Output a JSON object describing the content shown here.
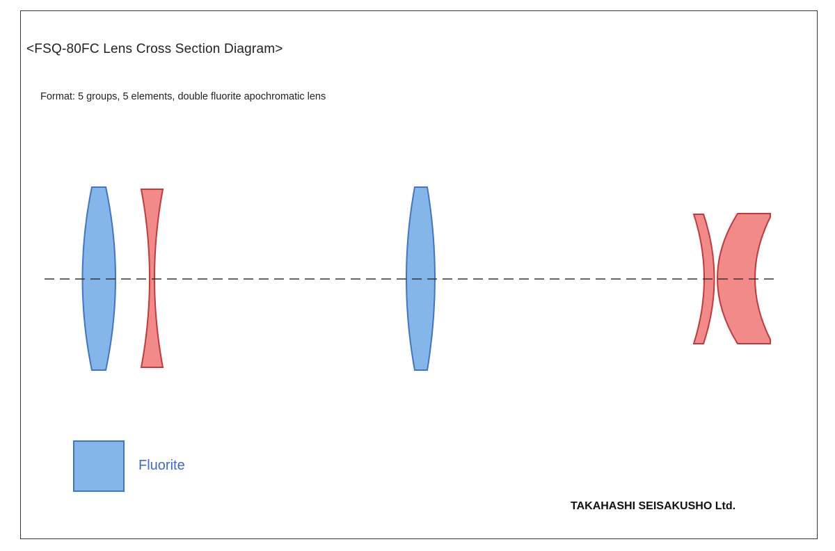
{
  "title": "<FSQ-80FC Lens Cross Section Diagram>",
  "format_text": "Format: 5 groups, 5 elements, double fluorite apochromatic lens",
  "legend": {
    "fluorite_label": "Fluorite"
  },
  "maker": "TAKAHASHI SEISAKUSHO Ltd.",
  "colors": {
    "fluorite_fill": "#85b6ea",
    "fluorite_stroke": "#3f74c6",
    "glass_fill": "#f38a8a",
    "glass_stroke": "#c0393b",
    "axis": "#333333",
    "legend_text": "#3f6cc4"
  },
  "elements": [
    {
      "id": "element-1",
      "material": "fluorite"
    },
    {
      "id": "element-2",
      "material": "glass"
    },
    {
      "id": "element-3",
      "material": "fluorite"
    },
    {
      "id": "element-4",
      "material": "glass"
    },
    {
      "id": "element-5",
      "material": "glass"
    }
  ]
}
